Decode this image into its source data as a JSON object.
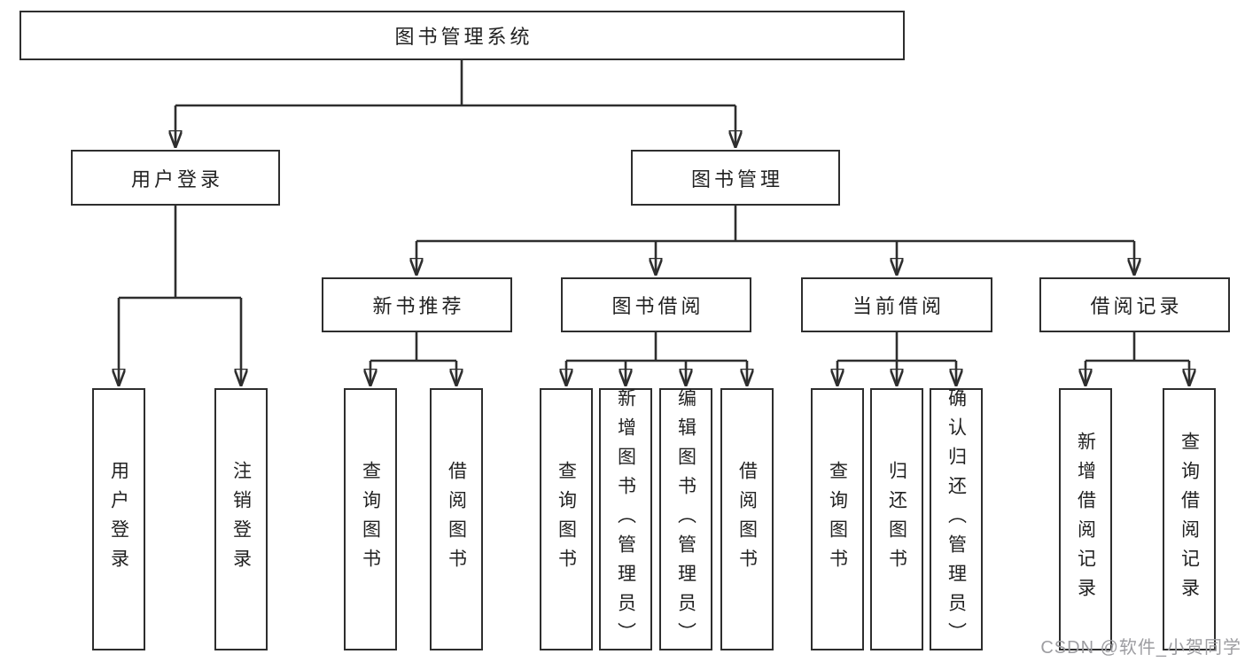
{
  "root": {
    "label": "图书管理系统"
  },
  "branches": {
    "userLogin": {
      "label": "用户登录",
      "children": {
        "login": {
          "label": "用户登录"
        },
        "logout": {
          "label": "注销登录"
        }
      }
    },
    "bookMgmt": {
      "label": "图书管理",
      "children": {
        "newBooks": {
          "label": "新书推荐",
          "children": {
            "query": {
              "label": "查询图书"
            },
            "borrow": {
              "label": "借阅图书"
            }
          }
        },
        "bookBorrow": {
          "label": "图书借阅",
          "children": {
            "query": {
              "label": "查询图书"
            },
            "add": {
              "label": "新增图书（管理员）"
            },
            "edit": {
              "label": "编辑图书（管理员）"
            },
            "borrow": {
              "label": "借阅图书"
            }
          }
        },
        "currentBorrow": {
          "label": "当前借阅",
          "children": {
            "query": {
              "label": "查询图书"
            },
            "return": {
              "label": "归还图书"
            },
            "confirm": {
              "label": "确认归还（管理员）"
            }
          }
        },
        "borrowRecords": {
          "label": "借阅记录",
          "children": {
            "add": {
              "label": "新增借阅记录"
            },
            "query": {
              "label": "查询借阅记录"
            }
          }
        }
      }
    }
  },
  "watermark": {
    "text": "CSDN @软件_小贺同学"
  },
  "colors": {
    "line": "#2e2e2e",
    "text": "#222222",
    "background": "#ffffff",
    "watermark": "#9d9da1"
  }
}
